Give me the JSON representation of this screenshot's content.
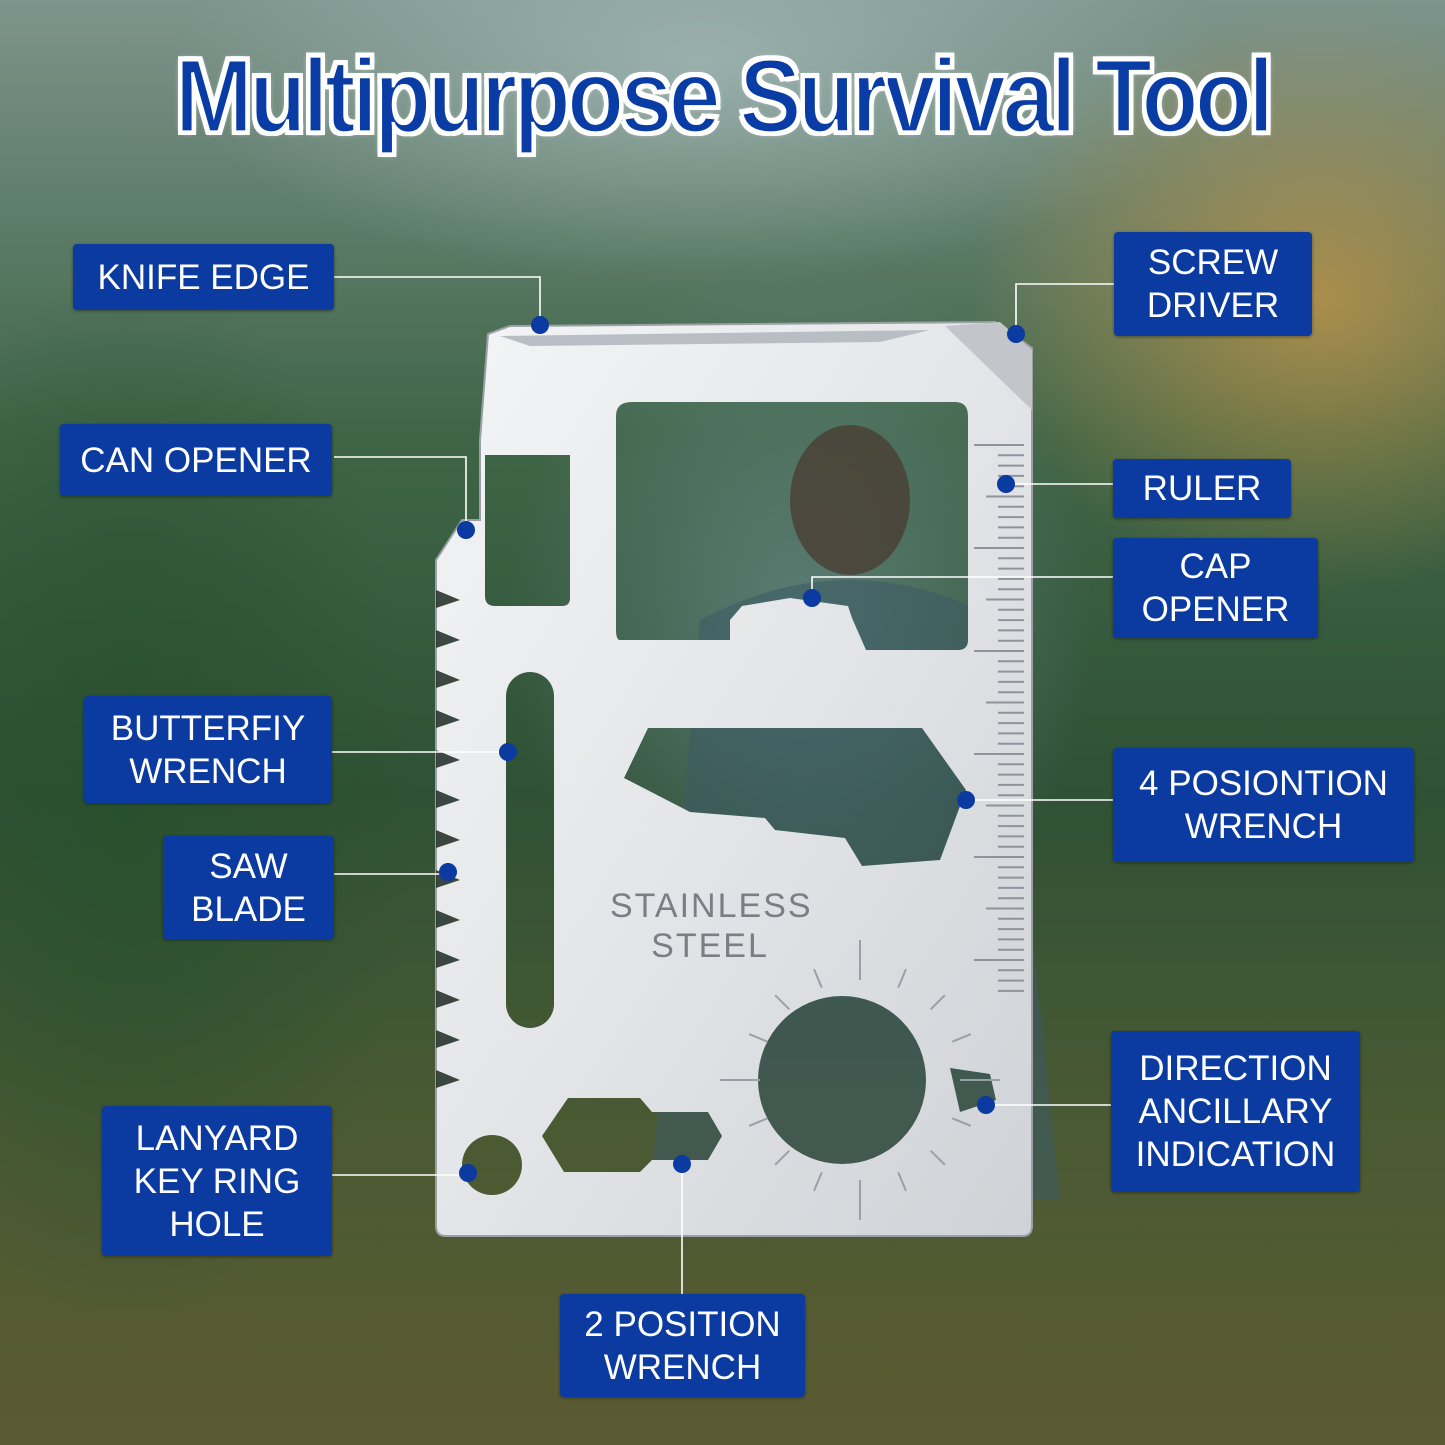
{
  "title": "Multipurpose Survival Tool",
  "stamp": {
    "line1": "STAINLESS",
    "line2": "STEEL"
  },
  "colors": {
    "label_bg": "#0b3aa0",
    "title": "#0a3ca6",
    "dot": "#0b3aa0",
    "leader": "#ffffff"
  },
  "labels": {
    "knife_edge": [
      "KNIFE EDGE"
    ],
    "can_opener": [
      "CAN OPENER"
    ],
    "butterfly_wrench": [
      "BUTTERFIY",
      "WRENCH"
    ],
    "saw_blade": [
      "SAW",
      "BLADE"
    ],
    "lanyard_hole": [
      "LANYARD",
      "KEY RING",
      "HOLE"
    ],
    "two_position_wrench": [
      "2 POSITION",
      "WRENCH"
    ],
    "screw_driver": [
      "SCREW",
      "DRIVER"
    ],
    "ruler": [
      "RULER"
    ],
    "cap_opener": [
      "CAP",
      "OPENER"
    ],
    "four_position_wrench": [
      "4 POSIONTION",
      "WRENCH"
    ],
    "direction_indication": [
      "DIRECTION",
      "ANCILLARY",
      "INDICATION"
    ]
  }
}
